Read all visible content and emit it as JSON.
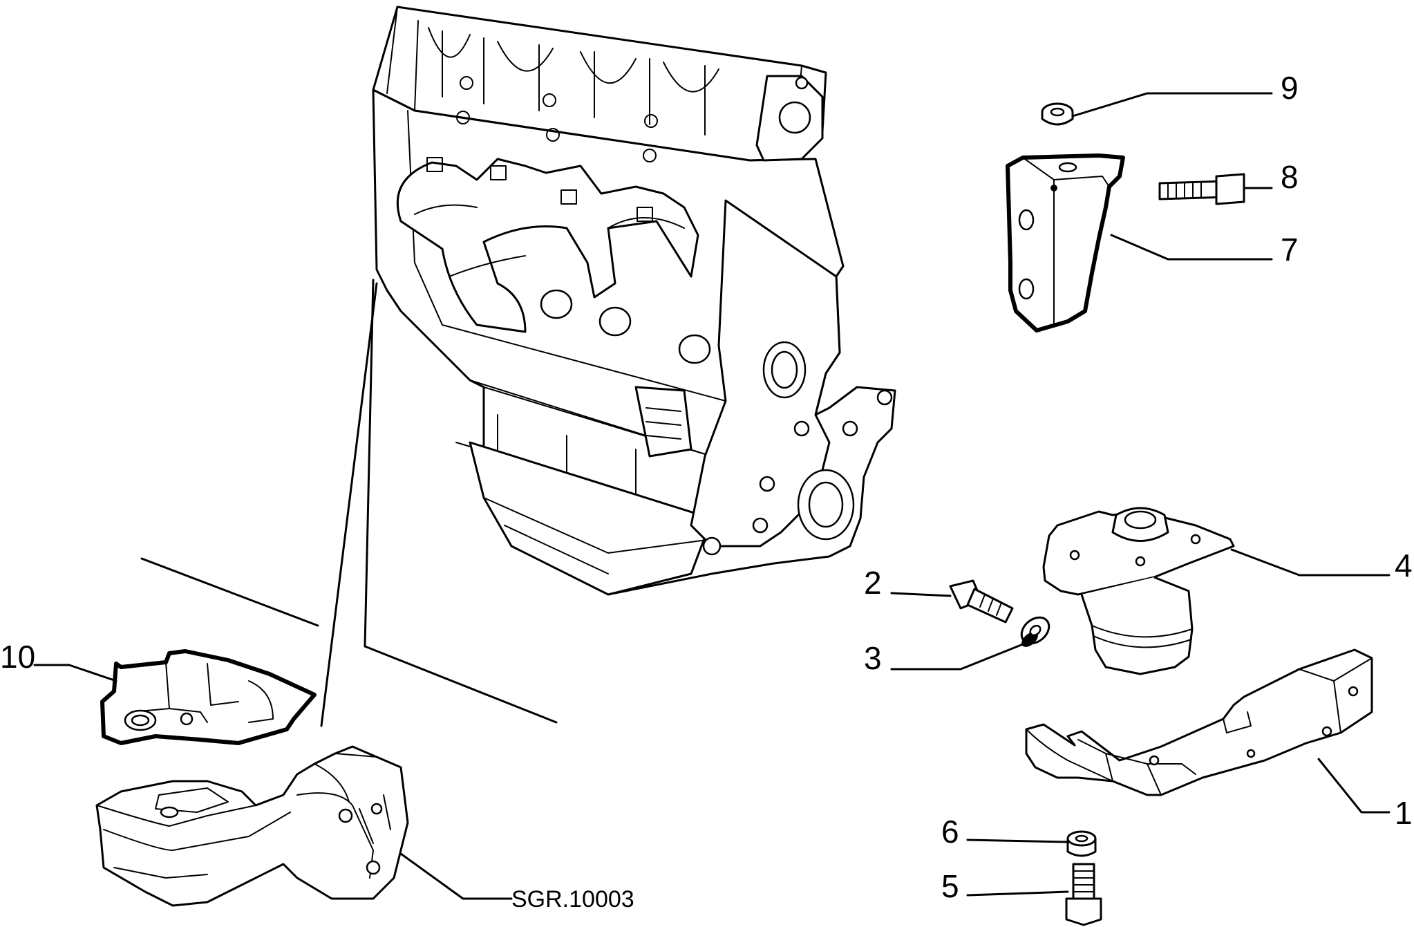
{
  "callouts": [
    {
      "id": "1",
      "text": "1"
    },
    {
      "id": "2",
      "text": "2"
    },
    {
      "id": "3",
      "text": "3"
    },
    {
      "id": "4",
      "text": "4"
    },
    {
      "id": "5",
      "text": "5"
    },
    {
      "id": "6",
      "text": "6"
    },
    {
      "id": "7",
      "text": "7"
    },
    {
      "id": "8",
      "text": "8"
    },
    {
      "id": "9",
      "text": "9"
    },
    {
      "id": "10",
      "text": "10"
    }
  ],
  "reference": "SGR.10003"
}
